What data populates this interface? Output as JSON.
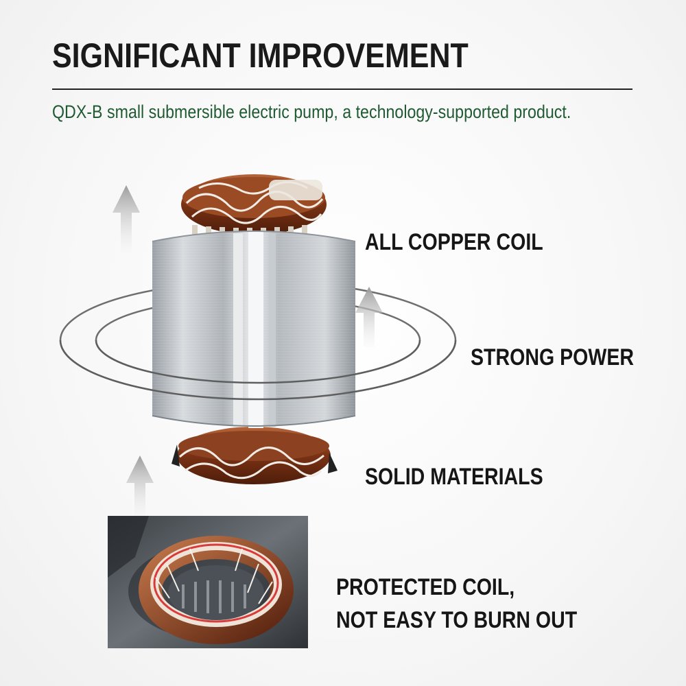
{
  "header": {
    "title": "SIGNIFICANT IMPROVEMENT",
    "subtitle": "QDX-B small submersible electric pump, a technology-supported product."
  },
  "features": {
    "copper": "ALL COPPER COIL",
    "power": "STRONG POWER",
    "solid": "SOLID MATERIALS",
    "protected_line1": "PROTECTED COIL,",
    "protected_line2": "NOT EASY TO BURN OUT"
  },
  "colors": {
    "subtitle_green": "#1f5a32",
    "copper": "#8a3d1c",
    "steel": "#b9bec3"
  },
  "icons": [
    "up-arrow-icon",
    "orbit-rings",
    "stator-coil-image",
    "coil-closeup-photo"
  ]
}
